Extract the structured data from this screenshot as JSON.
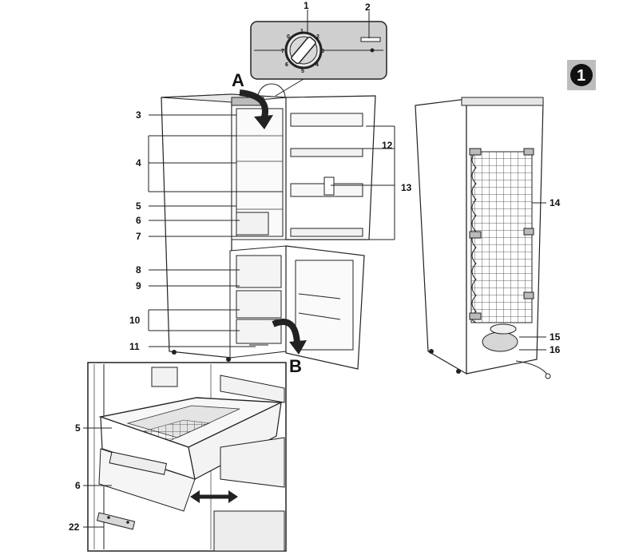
{
  "figure_badge": "1",
  "control_panel": {
    "callouts": [
      "1",
      "2"
    ],
    "dial_numbers": [
      "0",
      "1",
      "2",
      "3",
      "4",
      "5",
      "6",
      "7"
    ]
  },
  "arrows": {
    "a": "A",
    "b": "B"
  },
  "fridge_callouts": [
    "3",
    "4",
    "5",
    "6",
    "7",
    "8",
    "9",
    "10",
    "11",
    "12",
    "13"
  ],
  "rear_callouts": [
    "14",
    "15",
    "16"
  ],
  "detail_callouts": [
    "5",
    "6",
    "22"
  ]
}
